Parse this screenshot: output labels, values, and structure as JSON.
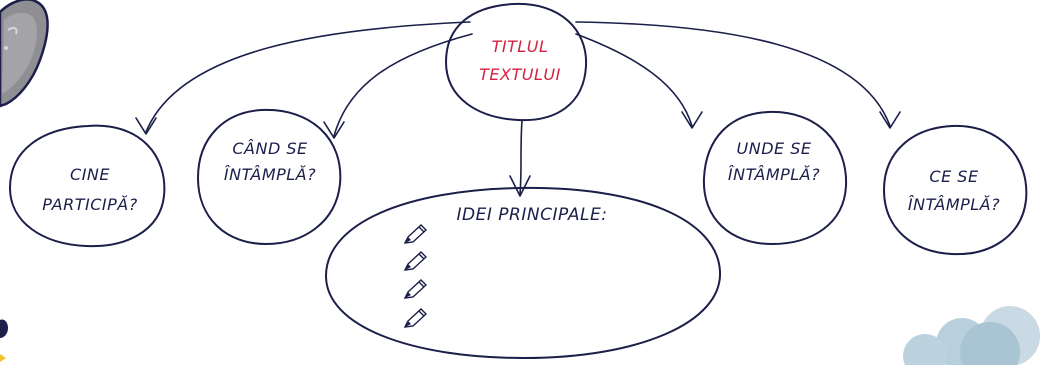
{
  "root": {
    "title_line1": "TITLUL",
    "title_line2": "TEXTULUI"
  },
  "nodes": {
    "who_line1": "CINE",
    "who_line2": "PARTICIPĂ?",
    "when_line1": "CÂND SE",
    "when_line2": "ÎNTÂMPLĂ?",
    "where_line1": "UNDE SE",
    "where_line2": "ÎNTÂMPLĂ?",
    "what_line1": "CE SE",
    "what_line2": "ÎNTÂMPLĂ?"
  },
  "main_ideas": {
    "heading": "IDEI PRINCIPALE:",
    "bullet_icon": "pencil-icon",
    "bullet_count": 4
  },
  "colors": {
    "ink": "#1b1f4a",
    "title": "#d4213d",
    "stone": "#8e8e93",
    "cloud": "#b8cfdc"
  }
}
